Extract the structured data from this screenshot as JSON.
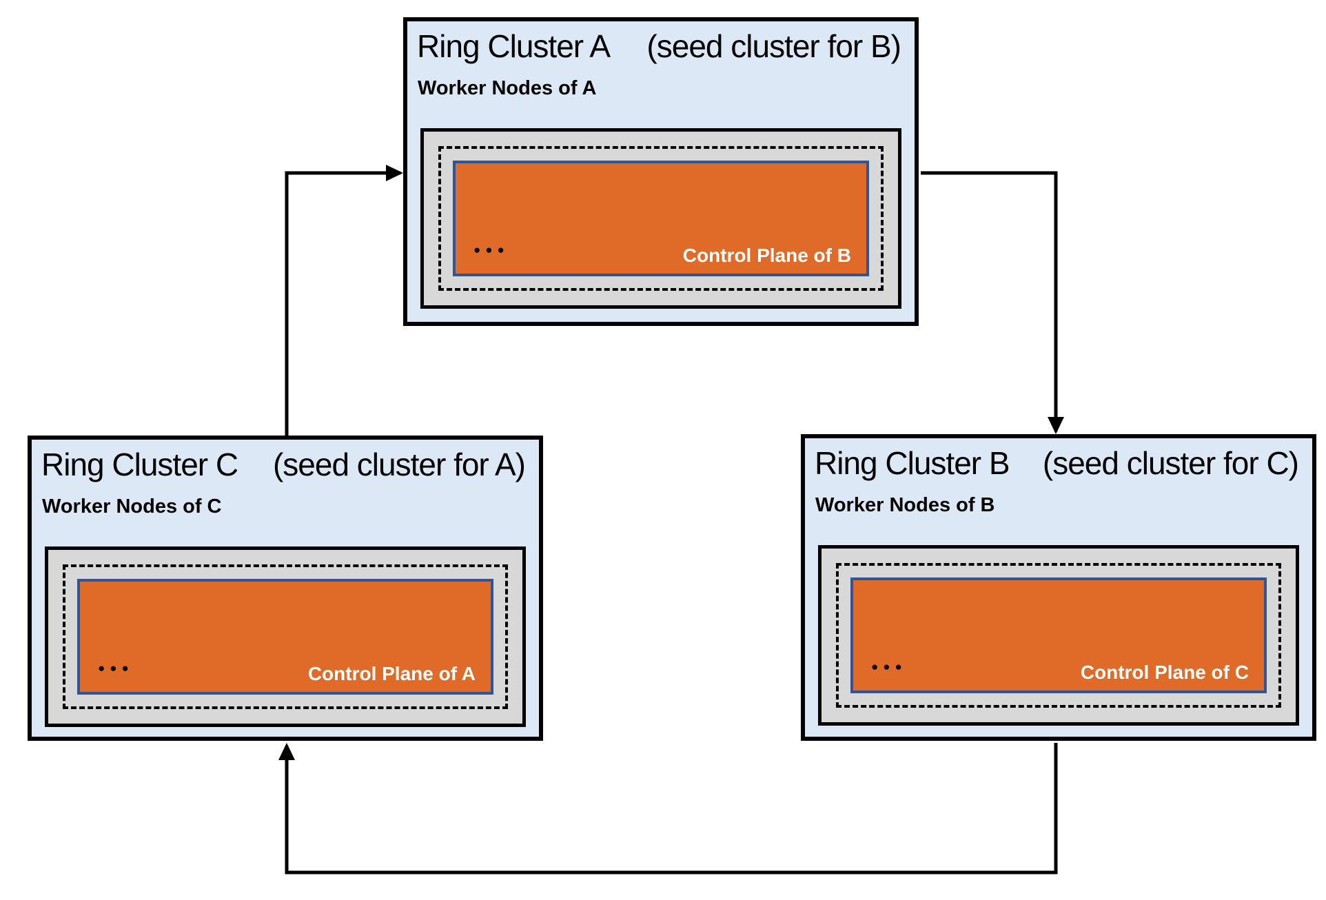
{
  "diagram": {
    "description": "Three Kubernetes-style ring clusters hosting each other's control planes in a cycle",
    "background": "#ffffff"
  },
  "colors": {
    "cluster_fill": "#dce8f5",
    "cluster_border": "#000000",
    "worker_box_fill": "#d8d8d8",
    "control_plane_fill": "#e06b28",
    "control_plane_border": "#2e5597",
    "control_plane_text": "#ffffff",
    "arrow": "#000000"
  },
  "clusters": [
    {
      "id": "A",
      "title": "Ring Cluster A",
      "subtitle": "(seed cluster for B)",
      "worker_label": "Worker Nodes of A",
      "dots": "●●●",
      "control_plane_label": "Control Plane of B"
    },
    {
      "id": "B",
      "title": "Ring Cluster B",
      "subtitle": "(seed cluster for C)",
      "worker_label": "Worker Nodes of B",
      "dots": "●●●",
      "control_plane_label": "Control Plane of C"
    },
    {
      "id": "C",
      "title": "Ring Cluster C",
      "subtitle": "(seed cluster for A)",
      "worker_label": "Worker Nodes of C",
      "dots": "●●●",
      "control_plane_label": "Control Plane of A"
    }
  ],
  "arrows": [
    {
      "id": "c-to-a",
      "from": "Ring Cluster C",
      "to": "Ring Cluster A"
    },
    {
      "id": "a-to-b",
      "from": "Ring Cluster A",
      "to": "Ring Cluster B"
    },
    {
      "id": "b-to-c",
      "from": "Ring Cluster B",
      "to": "Ring Cluster C"
    }
  ]
}
